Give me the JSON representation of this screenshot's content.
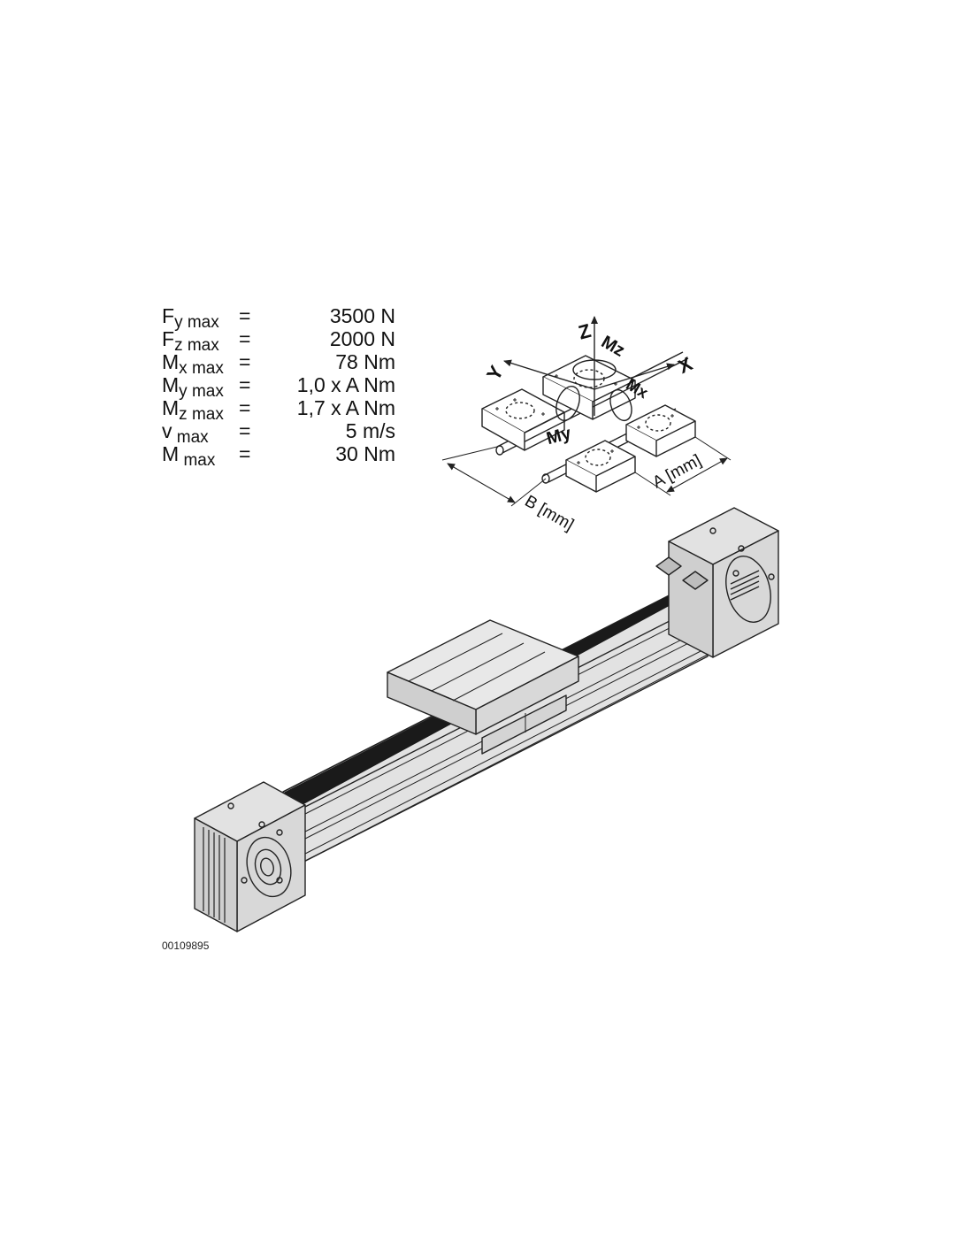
{
  "specs": [
    {
      "symbol": "F",
      "sub": "y max",
      "eq": "=",
      "value": "3500 N"
    },
    {
      "symbol": "F",
      "sub": "z max",
      "eq": "=",
      "value": "2000 N"
    },
    {
      "symbol": "M",
      "sub": "x max",
      "eq": "=",
      "value": "78 Nm"
    },
    {
      "symbol": "M",
      "sub": "y max",
      "eq": "=",
      "value": "1,0 x A Nm"
    },
    {
      "symbol": "M",
      "sub": "z max",
      "eq": "=",
      "value": "1,7 x A Nm"
    },
    {
      "symbol": "v",
      "sub": " max",
      "eq": "=",
      "value": "5 m/s"
    },
    {
      "symbol": "M",
      "sub": " max",
      "eq": "=",
      "value": "30 Nm"
    }
  ],
  "diagram": {
    "axis_x": "X",
    "axis_y": "Y",
    "axis_z": "Z",
    "moment_x": "Mx",
    "moment_y": "My",
    "moment_z": "Mz",
    "dim_a": "A [mm]",
    "dim_b": "B [mm]"
  },
  "doc_number": "00109895",
  "colors": {
    "metal": "#e2e2e2",
    "metal_dark": "#c9c9c9",
    "belt": "#1a1a1a",
    "line": "#222222"
  }
}
